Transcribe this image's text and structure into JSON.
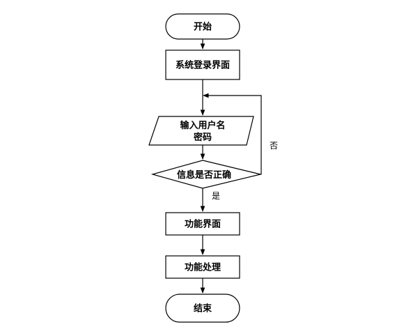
{
  "flowchart": {
    "nodes": {
      "start": "开始",
      "login": "系统登录界面",
      "input_line1": "输入用户名",
      "input_line2": "密码",
      "check": "信息是否正确",
      "function_ui": "功能界面",
      "function_proc": "功能处理",
      "end": "结束"
    },
    "edges": {
      "no": "否",
      "yes": "是"
    }
  }
}
